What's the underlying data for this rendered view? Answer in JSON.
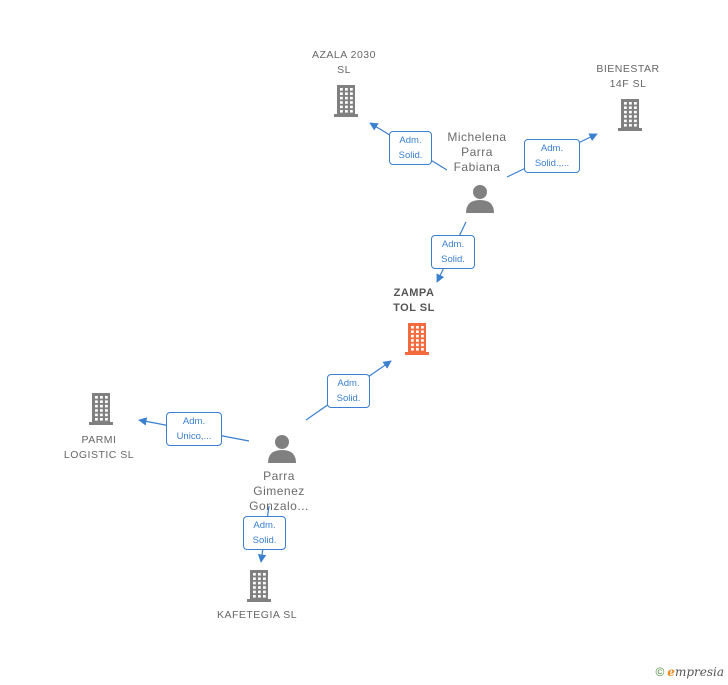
{
  "colors": {
    "node_gray": "#808080",
    "node_main": "#f26a3d",
    "edge_blue": "#3a7fd0"
  },
  "nodes": [
    {
      "id": "azala",
      "kind": "company",
      "icon": "building-icon",
      "label_lines": [
        "AZALA 2030",
        "SL"
      ]
    },
    {
      "id": "bienestar",
      "kind": "company",
      "icon": "building-icon",
      "label_lines": [
        "BIENESTAR",
        "14F  SL"
      ]
    },
    {
      "id": "michelena",
      "kind": "person",
      "icon": "person-icon",
      "label_lines": [
        "Michelena",
        "Parra",
        "Fabiana"
      ]
    },
    {
      "id": "zampa",
      "kind": "main-company",
      "icon": "building-icon",
      "label_lines": [
        "ZAMPA",
        "TOL  SL"
      ]
    },
    {
      "id": "parmi",
      "kind": "company",
      "icon": "building-icon",
      "label_lines": [
        "PARMI",
        "LOGISTIC  SL"
      ]
    },
    {
      "id": "parra",
      "kind": "person",
      "icon": "person-icon",
      "label_lines": [
        "Parra",
        "Gimenez",
        "Gonzalo..."
      ]
    },
    {
      "id": "kafetegia",
      "kind": "company",
      "icon": "building-icon",
      "label_lines": [
        "KAFETEGIA  SL"
      ]
    }
  ],
  "edges": [
    {
      "from": "michelena",
      "to": "azala",
      "label_lines": [
        "Adm.",
        "Solid."
      ]
    },
    {
      "from": "michelena",
      "to": "bienestar",
      "label_lines": [
        "Adm.",
        "Solid.,..."
      ]
    },
    {
      "from": "michelena",
      "to": "zampa",
      "label_lines": [
        "Adm.",
        "Solid."
      ]
    },
    {
      "from": "parra",
      "to": "zampa",
      "label_lines": [
        "Adm.",
        "Solid."
      ]
    },
    {
      "from": "parra",
      "to": "parmi",
      "label_lines": [
        "Adm.",
        "Unico,..."
      ]
    },
    {
      "from": "parra",
      "to": "kafetegia",
      "label_lines": [
        "Adm.",
        "Solid."
      ]
    }
  ],
  "brand": {
    "copyright_symbol": "©",
    "first_letter": "e",
    "rest": "mpresia"
  }
}
